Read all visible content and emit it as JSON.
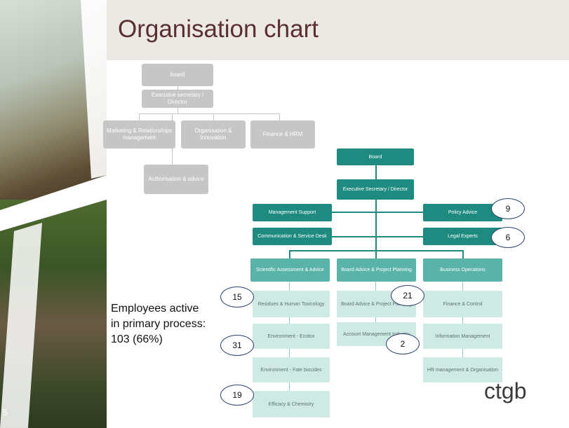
{
  "title": "Organisation chart",
  "page_number": "5",
  "old_chart": {
    "board": "board",
    "director": "Executive secretary / Director",
    "marketing": "Marketing & Relationships management",
    "organisation": "Organisation & Innovation",
    "finance": "Finance & HRM",
    "authorisation": "Authorisation & advice"
  },
  "new_chart": {
    "board": "Board",
    "director": "Executive Secretary / Director",
    "management_support": "Management Support",
    "communication": "Communication & Service Desk",
    "policy_advice": "Policy Advice",
    "legal_experts": "Legal Experts",
    "col1_header": "Scientific Assessment & Advice",
    "col2_header": "Board Advice & Project Planning",
    "col3_header": "Business Operations",
    "residues": "Residues & Human Toxicology",
    "environment_ecotox": "Environment - Ecotox",
    "environment_fate": "Environment - Fate biocides",
    "efficacy": "Efficacy & Chemistry",
    "board_advice": "Board Advice & Project Planning",
    "account_management": "Account Management Industry",
    "finance_control": "Finance & Control",
    "information_management": "Information Management",
    "hr_management": "HR management & Organisation"
  },
  "counts": {
    "policy_advice": "9",
    "legal_experts": "6",
    "residues": "15",
    "board_advice": "21",
    "environment_ecotox": "31",
    "account_management": "2",
    "efficacy": "19"
  },
  "note": "Employees active in primary process: 103 (66%)",
  "logo": "ctgb"
}
